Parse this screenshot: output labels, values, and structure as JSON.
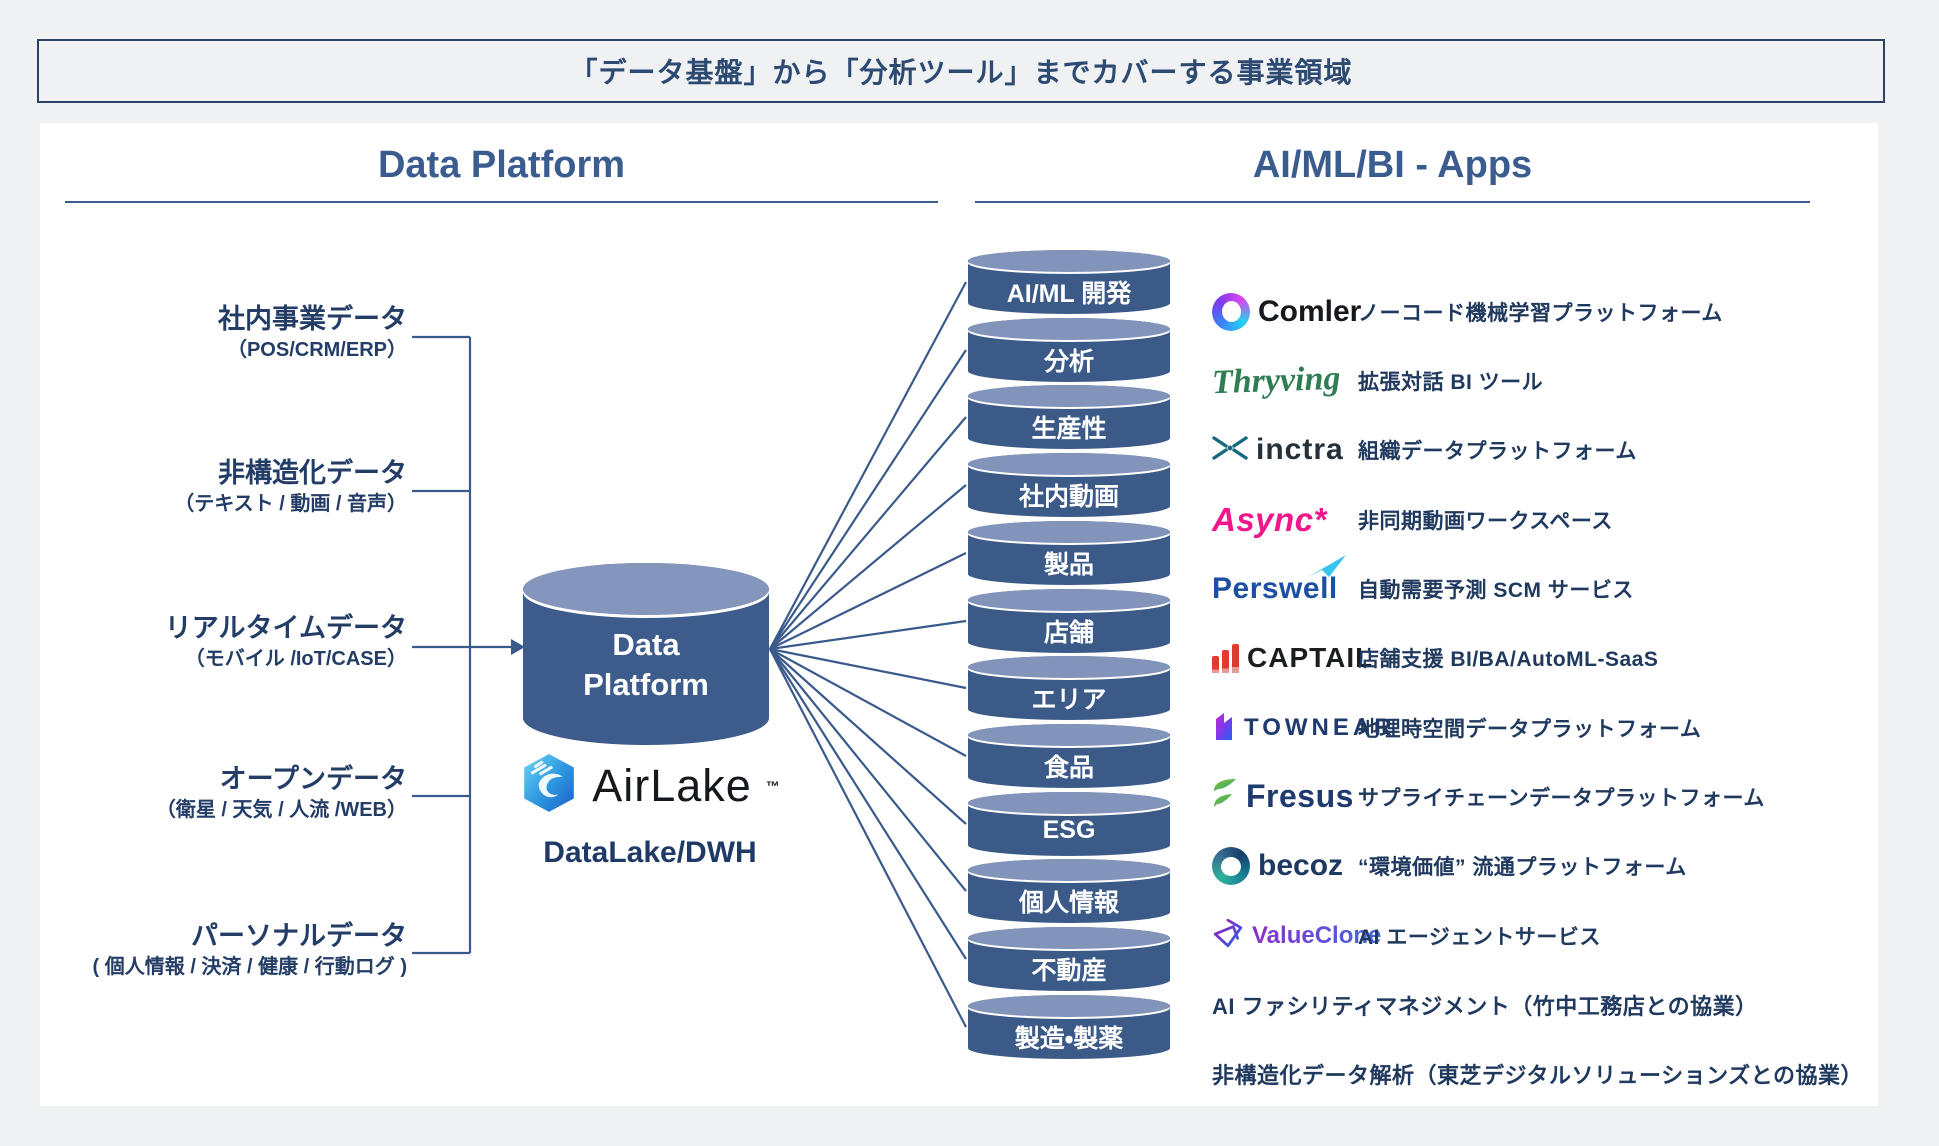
{
  "title": "「データ基盤」から「分析ツール」までカバーする事業領域",
  "headings": {
    "left": "Data Platform",
    "right": "AI/ML/BI - Apps"
  },
  "data_sources": [
    {
      "name": "社内事業データ",
      "detail": "（POS/CRM/ERP）"
    },
    {
      "name": "非構造化データ",
      "detail": "（テキスト / 動画 / 音声）"
    },
    {
      "name": "リアルタイムデータ",
      "detail": "（モバイル /IoT/CASE）"
    },
    {
      "name": "オープンデータ",
      "detail": "（衛星 / 天気 / 人流 /WEB）"
    },
    {
      "name": "パーソナルデータ",
      "detail": "( 個人情報 / 決済 / 健康 / 行動ログ )"
    }
  ],
  "platform": {
    "cylinder_line1": "Data",
    "cylinder_line2": "Platform",
    "logo": "AirLake",
    "logo_tm": "™",
    "sublabel": "DataLake/DWH"
  },
  "domains": [
    "AI/ML 開発",
    "分析",
    "生産性",
    "社内動画",
    "製品",
    "店舗",
    "エリア",
    "食品",
    "ESG",
    "個人情報",
    "不動産",
    "製造・製薬"
  ],
  "apps": [
    {
      "name": "Comler",
      "desc": "ノーコード機械学習プラットフォーム"
    },
    {
      "name": "Thryving",
      "desc": "拡張対話 BI ツール"
    },
    {
      "name": "inctra",
      "desc": "組織データプラットフォーム"
    },
    {
      "name": "Async*",
      "desc": "非同期動画ワークスペース"
    },
    {
      "name": "Perswell",
      "desc": "自動需要予測 SCM サービス"
    },
    {
      "name": "CAPTAIL",
      "desc": "店舗支援 BI/BA/AutoML-SaaS"
    },
    {
      "name": "TOWNEAR",
      "desc": "地理時空間データプラットフォーム"
    },
    {
      "name": "Fresus",
      "desc": "サプライチェーンデータプラットフォーム"
    },
    {
      "name": "becoz",
      "desc": "“環境価値” 流通プラットフォーム"
    },
    {
      "name": "ValueClone",
      "desc": "AI エージェントサービス"
    }
  ],
  "partnerships": [
    "AI ファシリティマネジメント（竹中工務店との協業）",
    "非構造化データ解析（東芝デジタルソリューションズとの協業）"
  ],
  "colors": {
    "background": "#eff1f3",
    "panel": "#ffffff",
    "accent_navy": "#3b5a8c",
    "cylinder_body": "#3d5b8b",
    "cylinder_top": "#8496bb",
    "text_navy": "#20395e",
    "comler_black": "#15181c",
    "thryving_green": "#2f7d52",
    "inctra_teal": "#156b7d",
    "async_pink": "#f1168b",
    "perswell_blue": "#1d4fa3",
    "perswell_cyan": "#35c5ee",
    "captail_red": "#e23a2e",
    "townear_navy": "#1e3a6e",
    "fresus_green": "#1e9e6a",
    "becoz_navy": "#1e3a63",
    "valueclone_purple": "#8b2fc9"
  }
}
